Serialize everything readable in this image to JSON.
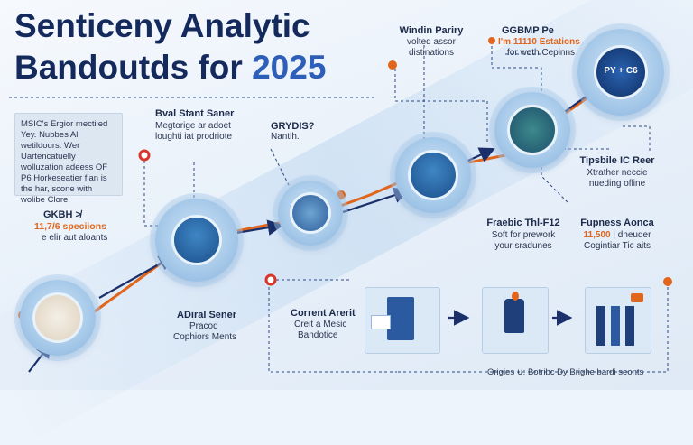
{
  "title": {
    "line1": "Senticeny Analytic",
    "line2_text": "Bandoutds for ",
    "line2_year": "2025"
  },
  "note_box": {
    "text": "MSIC's Ergior mectiied Yey. Nubbes All wetildours. Wer Uartencatuelly wolluzation adeess OF P6 Horkeseatier fian is the har, scone with wolibe Clore."
  },
  "labels": {
    "left_stat": {
      "head": "GKBH ≯",
      "value": "11,7/6 speciions",
      "sub": "e elir aut aloants"
    },
    "bval": {
      "head": "Bval Stant Saner",
      "sub1": "Megtorige ar adoet",
      "sub2": "loughti iat prodriote"
    },
    "grydis": {
      "head": "GRYDIS?",
      "sub": "Nantih."
    },
    "windin": {
      "head": "Windin Pariry",
      "sub1": "volted assor",
      "sub2": "distinations"
    },
    "ggbmp": {
      "head": "GGBMP Pe",
      "value": "I'm 11110 Estations",
      "sub": "for weth Cepinns"
    },
    "tipsbile": {
      "head": "Tipsbile IC Reer",
      "sub1": "Xtrather neccie",
      "sub2": "nueding ofline"
    },
    "fraebic": {
      "head": "Fraebic Thl-F12",
      "sub1": "Soft for prework",
      "sub2": "your sradunes"
    },
    "fupness": {
      "head": "Fupness Aonca",
      "value": "11,500",
      "value_rest": "| dneuder",
      "sub": "Cogintiar Tic aits"
    },
    "adiral": {
      "head": "ADiral Sener",
      "sub1": "Pracod",
      "sub2": "Cophiors Ments"
    },
    "current": {
      "head": "Corrent Arerit",
      "sub1": "Creit a Mesic",
      "sub2": "Bandotice"
    },
    "footer": {
      "text": "Origies ∪: Botribc Dy Brighe bardi seonts"
    }
  },
  "node_badges": {
    "n6": "PY + C6"
  },
  "colors": {
    "navy": "#142a5c",
    "orange": "#e1651b",
    "blue": "#2e5fb8",
    "node": "#a9cbea"
  },
  "icons": [
    "camera-icon",
    "monitor-icon",
    "chip-icon",
    "cloud-icon",
    "gear-icon",
    "chart-icon",
    "document-icon",
    "lamp-icon",
    "arrow-right-icon"
  ]
}
